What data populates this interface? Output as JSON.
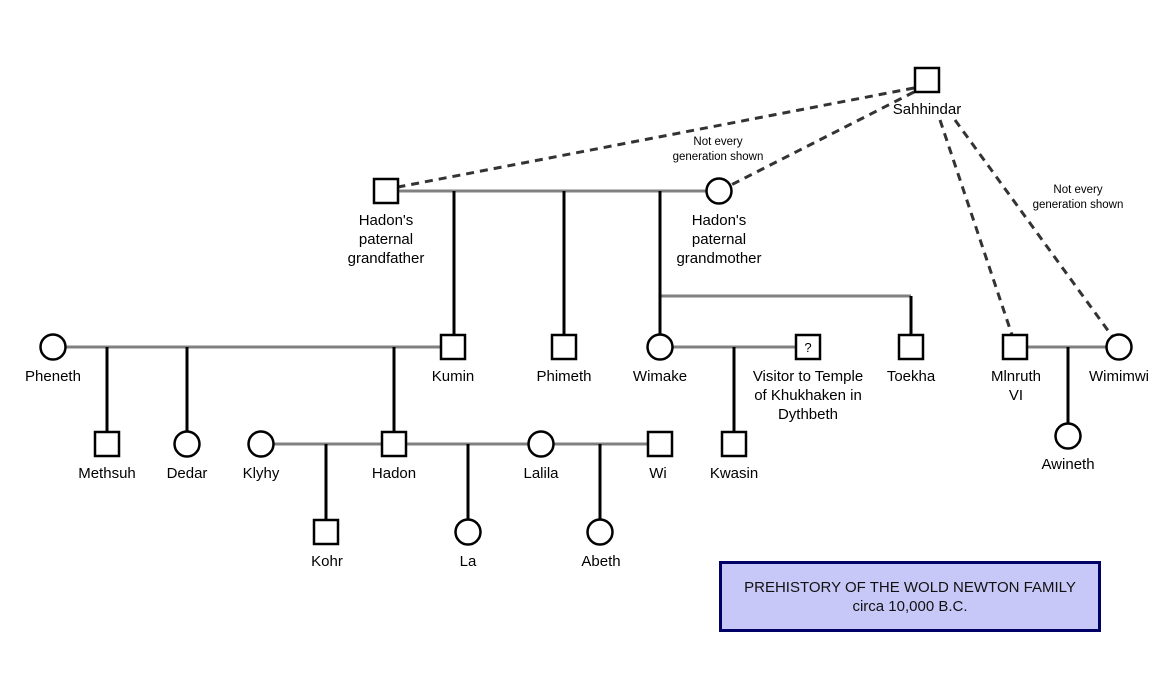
{
  "title": {
    "line1": "PREHISTORY OF THE WOLD NEWTON FAMILY",
    "line2": "circa 10,000 B.C."
  },
  "notes": [
    {
      "lines": [
        "Not every",
        "generation shown"
      ]
    },
    {
      "lines": [
        "Not every",
        "generation shown"
      ]
    }
  ],
  "people": [
    {
      "id": "sahhindar",
      "shape": "square",
      "label": [
        "Sahhindar"
      ]
    },
    {
      "id": "hadon-gf",
      "shape": "square",
      "label": [
        "Hadon's",
        "paternal",
        "grandfather"
      ]
    },
    {
      "id": "hadon-gm",
      "shape": "circle",
      "label": [
        "Hadon's",
        "paternal",
        "grandmother"
      ]
    },
    {
      "id": "pheneth",
      "shape": "circle",
      "label": [
        "Pheneth"
      ]
    },
    {
      "id": "kumin",
      "shape": "square",
      "label": [
        "Kumin"
      ]
    },
    {
      "id": "phimeth",
      "shape": "square",
      "label": [
        "Phimeth"
      ]
    },
    {
      "id": "wimake",
      "shape": "circle",
      "label": [
        "Wimake"
      ]
    },
    {
      "id": "visitor",
      "shape": "square",
      "mark": "?",
      "label": [
        "Visitor to Temple",
        "of Khukhaken in",
        "Dythbeth"
      ]
    },
    {
      "id": "toekha",
      "shape": "square",
      "label": [
        "Toekha"
      ]
    },
    {
      "id": "mlnruth",
      "shape": "square",
      "label": [
        "Mlnruth",
        "VI"
      ]
    },
    {
      "id": "wimimwi",
      "shape": "circle",
      "label": [
        "Wimimwi"
      ]
    },
    {
      "id": "methsuh",
      "shape": "square",
      "label": [
        "Methsuh"
      ]
    },
    {
      "id": "dedar",
      "shape": "circle",
      "label": [
        "Dedar"
      ]
    },
    {
      "id": "klyhy",
      "shape": "circle",
      "label": [
        "Klyhy"
      ]
    },
    {
      "id": "hadon",
      "shape": "square",
      "label": [
        "Hadon"
      ]
    },
    {
      "id": "lalila",
      "shape": "circle",
      "label": [
        "Lalila"
      ]
    },
    {
      "id": "wi",
      "shape": "square",
      "label": [
        "Wi"
      ]
    },
    {
      "id": "kwasin",
      "shape": "square",
      "label": [
        "Kwasin"
      ]
    },
    {
      "id": "awineth",
      "shape": "circle",
      "label": [
        "Awineth"
      ]
    },
    {
      "id": "kohr",
      "shape": "square",
      "label": [
        "Kohr"
      ]
    },
    {
      "id": "la",
      "shape": "circle",
      "label": [
        "La"
      ]
    },
    {
      "id": "abeth",
      "shape": "circle",
      "label": [
        "Abeth"
      ]
    }
  ],
  "colors": {
    "marriage_line": "#808080",
    "descent_line": "#000000",
    "dashed_line": "#333333",
    "title_fill": "#c8c8f8",
    "title_border": "#000066"
  }
}
